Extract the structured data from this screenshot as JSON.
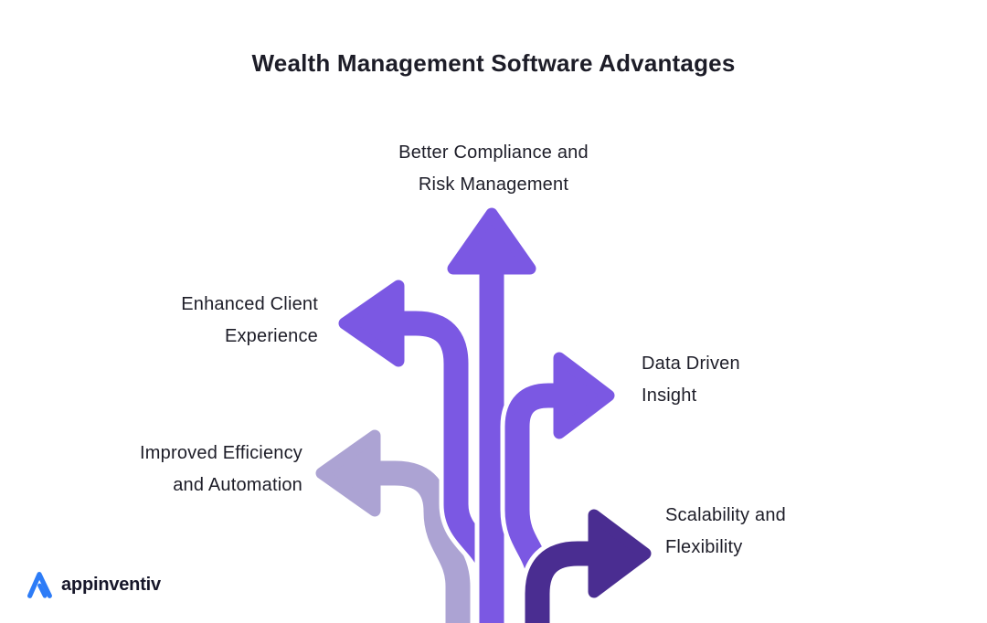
{
  "title": "Wealth Management Software Advantages",
  "colors": {
    "purple": "#7B58E3",
    "lavender": "#ACA3D3",
    "dark_purple": "#4A2D91",
    "text": "#1D1D28",
    "logo_blue": "#2D7CF7",
    "background": "#FFFFFF"
  },
  "branches": [
    {
      "id": "better-compliance",
      "lines": [
        "Better Compliance and",
        "Risk Management"
      ],
      "direction": "up",
      "color": "#7B58E3"
    },
    {
      "id": "enhanced-client",
      "lines": [
        "Enhanced Client",
        "Experience"
      ],
      "direction": "left",
      "color": "#7B58E3"
    },
    {
      "id": "data-driven",
      "lines": [
        "Data Driven",
        "Insight"
      ],
      "direction": "right",
      "color": "#7B58E3"
    },
    {
      "id": "improved-efficiency",
      "lines": [
        "Improved Efficiency",
        "and Automation"
      ],
      "direction": "left",
      "color": "#ACA3D3"
    },
    {
      "id": "scalability",
      "lines": [
        "Scalability and",
        "Flexibility"
      ],
      "direction": "right",
      "color": "#4A2D91"
    }
  ],
  "logo": {
    "text": "appinventiv"
  }
}
